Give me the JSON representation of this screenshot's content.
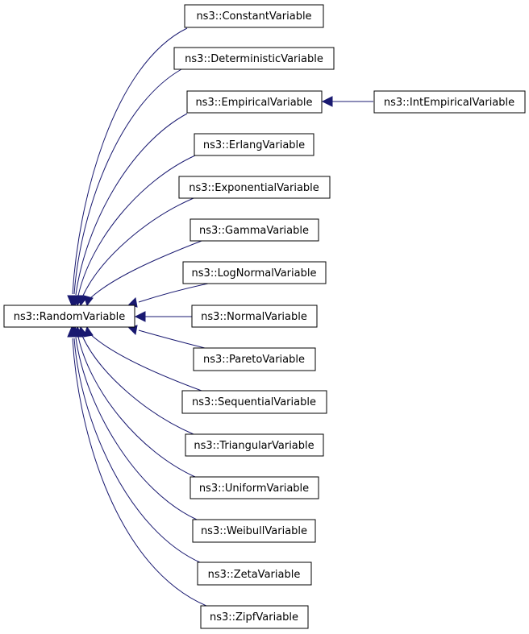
{
  "diagram": {
    "type": "inheritance-graph",
    "edge_color": "#191970",
    "base_class": {
      "label": "ns3::RandomVariable"
    },
    "derived_classes": [
      {
        "label": "ns3::ConstantVariable"
      },
      {
        "label": "ns3::DeterministicVariable"
      },
      {
        "label": "ns3::EmpiricalVariable"
      },
      {
        "label": "ns3::ErlangVariable"
      },
      {
        "label": "ns3::ExponentialVariable"
      },
      {
        "label": "ns3::GammaVariable"
      },
      {
        "label": "ns3::LogNormalVariable"
      },
      {
        "label": "ns3::NormalVariable"
      },
      {
        "label": "ns3::ParetoVariable"
      },
      {
        "label": "ns3::SequentialVariable"
      },
      {
        "label": "ns3::TriangularVariable"
      },
      {
        "label": "ns3::UniformVariable"
      },
      {
        "label": "ns3::WeibullVariable"
      },
      {
        "label": "ns3::ZetaVariable"
      },
      {
        "label": "ns3::ZipfVariable"
      }
    ],
    "subclass_of_empirical": {
      "label": "ns3::IntEmpiricalVariable"
    }
  }
}
